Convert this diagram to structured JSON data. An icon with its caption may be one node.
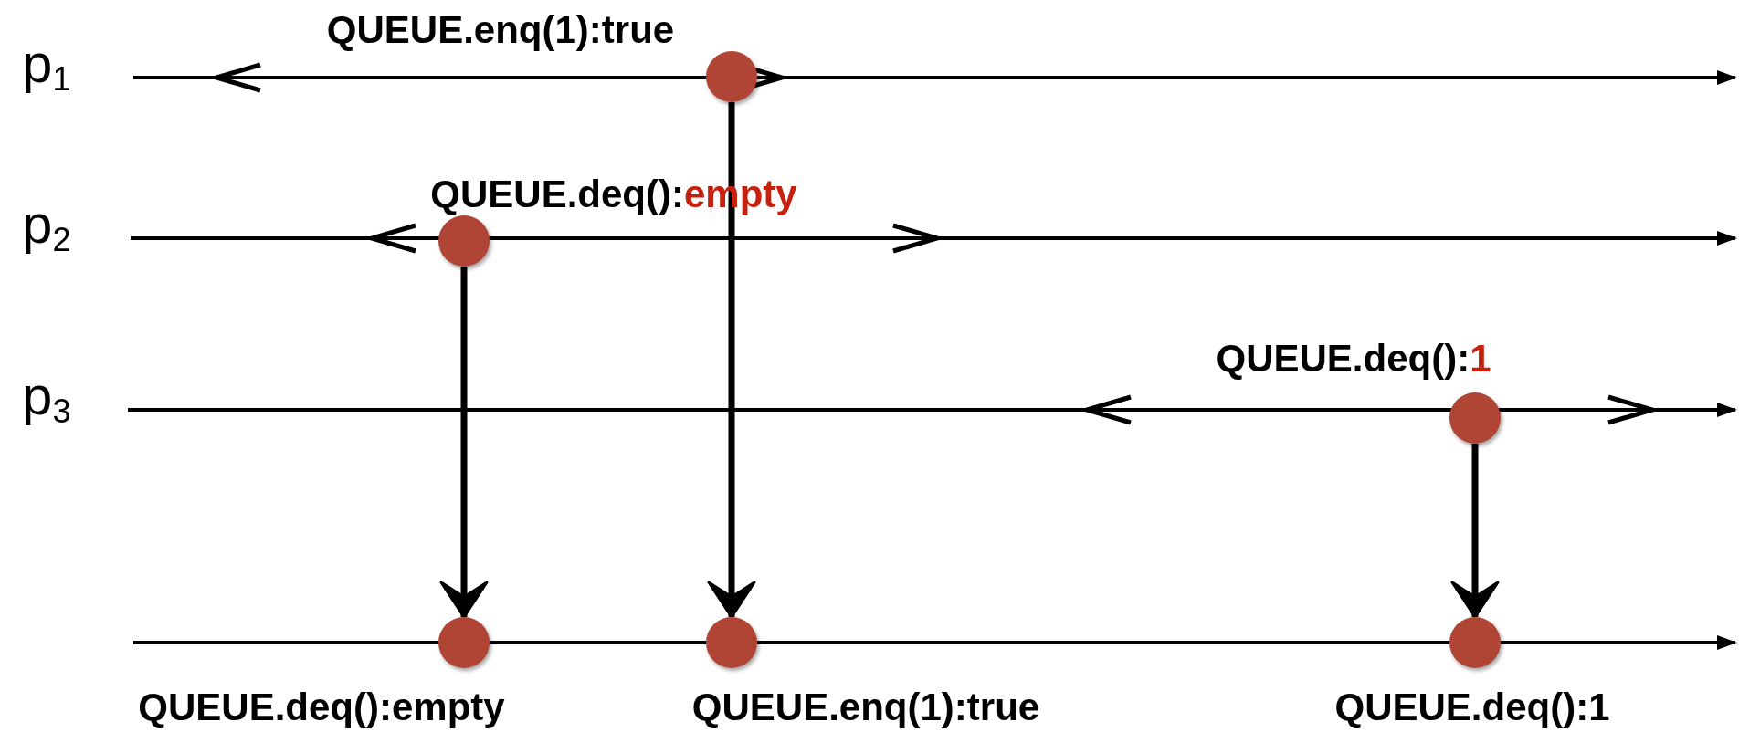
{
  "diagram": {
    "nodes": [
      {
        "text": [],
        "shape": "circle",
        "beside": [
          "QUEUE.enq(1):true"
        ]
      },
      {
        "text": [],
        "shape": "circle",
        "beside": [
          "QUEUE.deq():empty"
        ]
      },
      {
        "text": [],
        "shape": "circle",
        "beside": [
          "QUEUE.deq():1"
        ]
      },
      {
        "text": [],
        "shape": "circle",
        "beside": [
          "QUEUE.deq():empty"
        ]
      },
      {
        "text": [],
        "shape": "circle",
        "beside": [
          "QUEUE.enq(1):true"
        ]
      },
      {
        "text": [],
        "shape": "circle",
        "beside": [
          "QUEUE.deq():1"
        ]
      }
    ],
    "edges": [
      {
        "from": 0,
        "to": 4,
        "arrow": "to"
      },
      {
        "from": 1,
        "to": 3,
        "arrow": "to"
      },
      {
        "from": 2,
        "to": 5,
        "arrow": "to"
      }
    ],
    "labels": [
      "p$_{1}$",
      "p$_{2}$",
      "p$_{3}$"
    ]
  }
}
